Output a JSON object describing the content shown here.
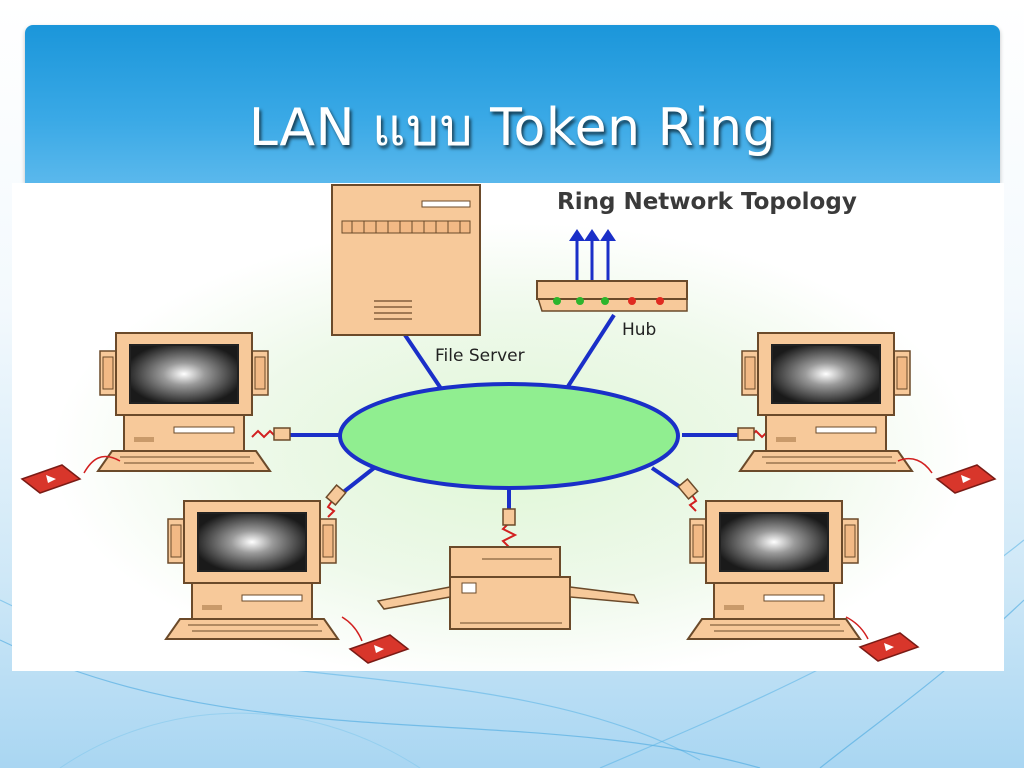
{
  "slide": {
    "title": "LAN แบบ Token Ring"
  },
  "diagram": {
    "heading": "Ring Network Topology",
    "labels": {
      "file_server": "File Server",
      "hub": "Hub"
    },
    "colors": {
      "title_bar": "#1b96da",
      "ring_fill": "#90ee90",
      "ring_stroke": "#1a2fc8",
      "device_body": "#f7c99a",
      "cable": "#1a2fc8",
      "connector_wire": "#d22020"
    },
    "hub_leds": [
      "green",
      "green",
      "green",
      "red",
      "red"
    ]
  }
}
